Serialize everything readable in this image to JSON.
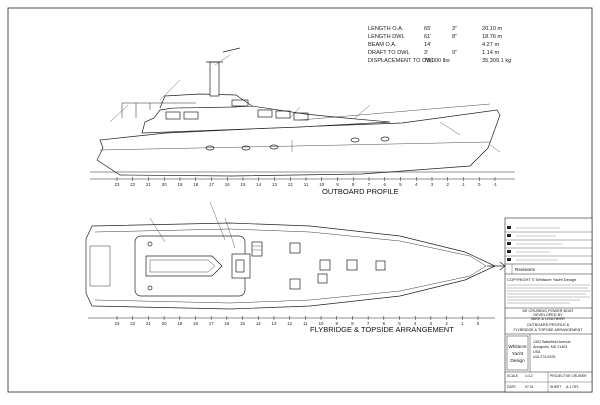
{
  "specs": [
    {
      "label": "LENGTH O.A.",
      "ft": "65'",
      "in": "3\"",
      "metric": "20.10 m"
    },
    {
      "label": "LENGTH DWL",
      "ft": "61'",
      "in": "8\"",
      "metric": "18.76 m"
    },
    {
      "label": "BEAM O.A.",
      "ft": "14'",
      "in": "",
      "metric": "4.27 m"
    },
    {
      "label": "DRAFT TO DWL",
      "ft": "3'",
      "in": "9\"",
      "metric": "1.14 m"
    },
    {
      "label": "DISPLACEMENT TO DWL",
      "ft": "78,000 lbs",
      "in": "",
      "metric": "35,309.1 kg"
    }
  ],
  "views": {
    "outboard_title": "OUTBOARD PROFILE",
    "plan_title": "FLYBRIDGE & TOPSIDE ARRANGEMENT"
  },
  "stations_profile": [
    "23",
    "22",
    "21",
    "20",
    "19",
    "18",
    "17",
    "16",
    "15",
    "14",
    "13",
    "12",
    "11",
    "10",
    "9",
    "8",
    "7",
    "6",
    "5",
    "4",
    "3",
    "2",
    "1",
    "0",
    "-1"
  ],
  "stations_plan": [
    "23",
    "22",
    "21",
    "20",
    "19",
    "18",
    "17",
    "16",
    "15",
    "14",
    "13",
    "12",
    "11",
    "10",
    "9",
    "8",
    "7",
    "6",
    "5",
    "4",
    "3",
    "2",
    "1",
    "0"
  ],
  "title_block": {
    "revisions_header": "Revisions",
    "copyright": "COPYRIGHT © Whitacre Yacht Design",
    "project": [
      "65' CRUISING POWER BOAT",
      "DEVELOPED BY",
      "MIKE & LISA HEER"
    ],
    "drawing": [
      "OUTBOARD PROFILE &",
      "FLYBRIDGE & TOPSIDE ARRANGEMENT"
    ],
    "firm_name": [
      "Whitacre",
      "Yacht",
      "Design"
    ],
    "address": [
      "1302 Wakefield Avenue",
      "Annapolis, MD 21403",
      "USA",
      "410-274-0225"
    ],
    "footer": [
      {
        "k": "SCALE",
        "v": "1=12"
      },
      {
        "k": "DATE",
        "v": "07-01"
      },
      {
        "k": "PROJECT",
        "v": "65' CRUISER"
      },
      {
        "k": "SHEET",
        "v": "A-1 OF1"
      }
    ]
  }
}
